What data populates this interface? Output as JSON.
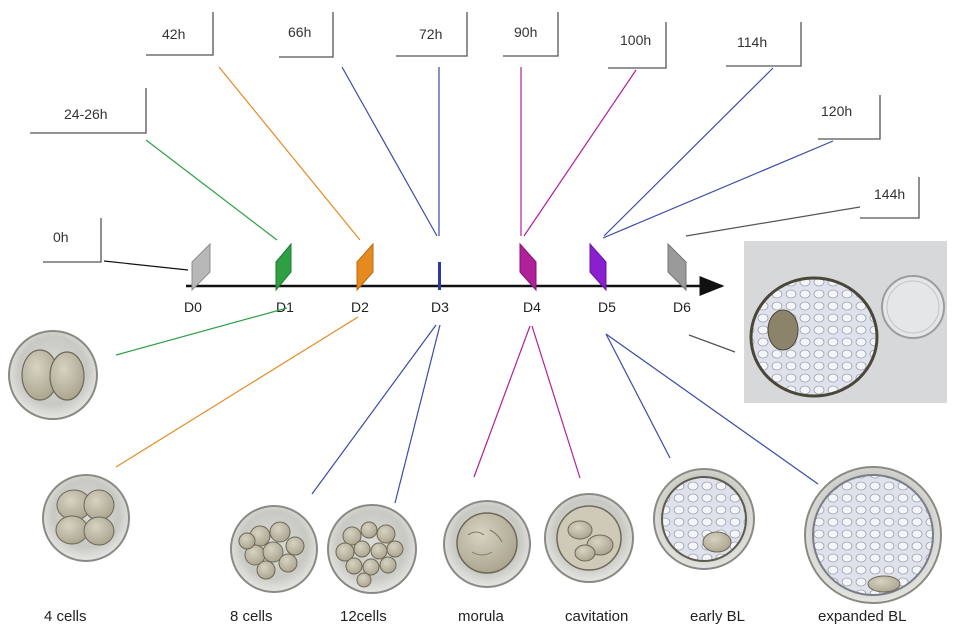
{
  "colors": {
    "axis": "#111111",
    "gray": "#9a9a9a",
    "green": "#2ea043",
    "orange": "#e58a1f",
    "blue": "#3a4aa8",
    "magenta": "#b0209a",
    "purple": "#8a1fd0"
  },
  "time_labels": [
    "0h",
    "24-26h",
    "42h",
    "66h",
    "72h",
    "90h",
    "100h",
    "114h",
    "120h",
    "144h"
  ],
  "days": [
    "D0",
    "D1",
    "D2",
    "D3",
    "D4",
    "D5",
    "D6"
  ],
  "stages": [
    "4 cells",
    "8 cells",
    "12cells",
    "morula",
    "cavitation",
    "early BL",
    "expanded BL"
  ]
}
